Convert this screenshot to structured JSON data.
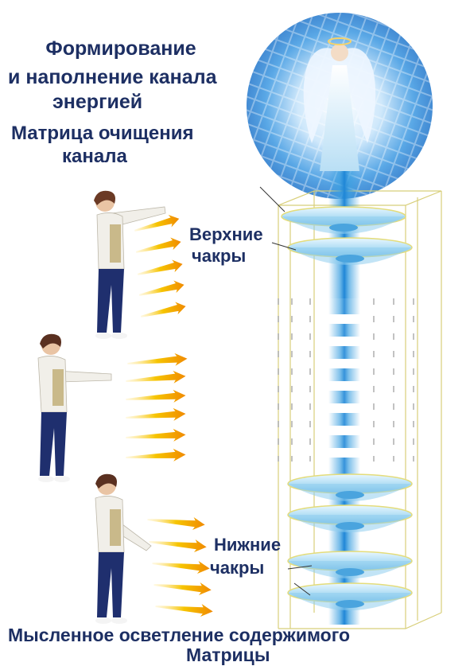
{
  "title": {
    "line1": "Формирование",
    "line2": "и наполнение канала",
    "line3": "энергией"
  },
  "subtitle": {
    "line1": "Матрица очищения",
    "line2": "канала"
  },
  "labels": {
    "upper_line1": "Верхние",
    "upper_line2": "чакры",
    "lower_line1": "Нижние",
    "lower_line2": "чакры"
  },
  "caption": {
    "line1": "Мысленное осветление содержимого",
    "line2": "Матрицы"
  },
  "colors": {
    "text": "#1d2f63",
    "chakra": "#9fd3ef",
    "channel": "#3a9fe0",
    "arrow_start": "#f6c400",
    "arrow_end": "#f08a00",
    "frame": "#d8cf7a"
  },
  "icons": {
    "angel": "angel-icon",
    "person": "person-icon",
    "arrow": "energy-arrow-icon"
  }
}
